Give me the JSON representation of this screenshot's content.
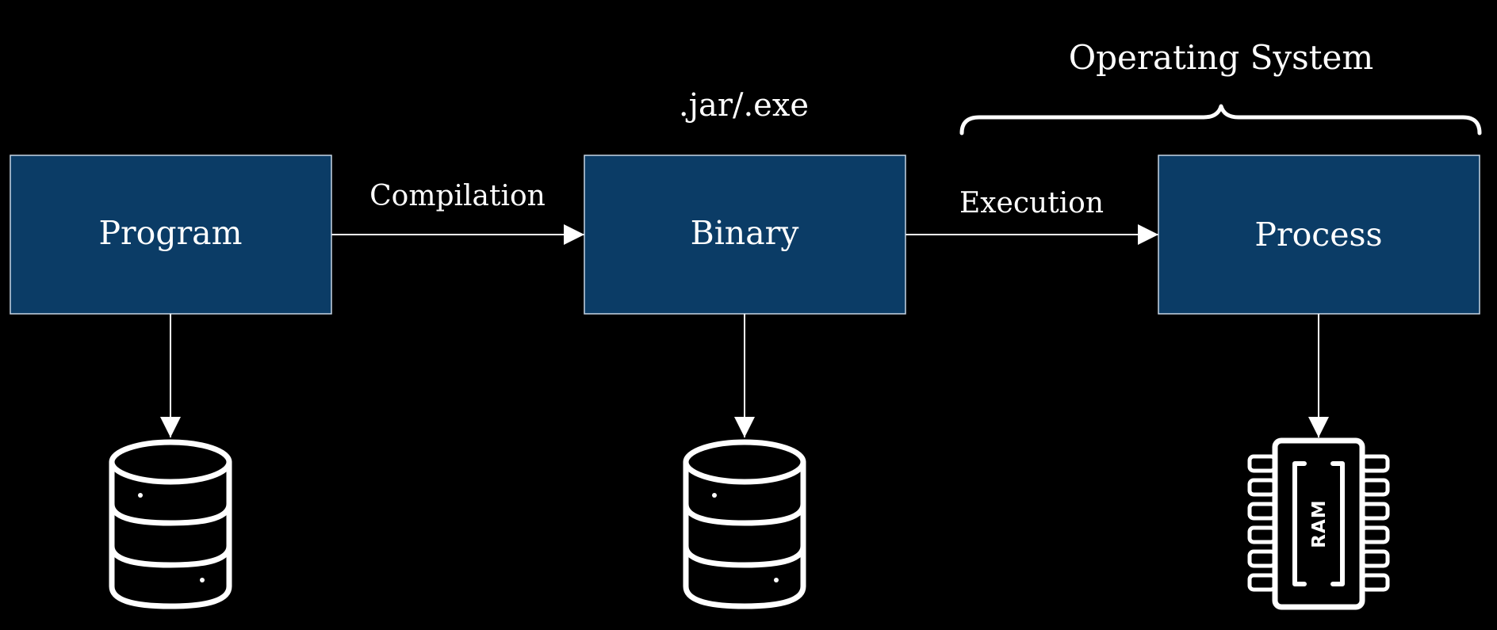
{
  "diagram": {
    "nodes": [
      {
        "id": "program",
        "label": "Program"
      },
      {
        "id": "binary",
        "label": "Binary"
      },
      {
        "id": "process",
        "label": "Process"
      }
    ],
    "edges": [
      {
        "from": "program",
        "to": "binary",
        "label": "Compilation"
      },
      {
        "from": "binary",
        "to": "process",
        "label": "Execution"
      }
    ],
    "annotations": {
      "binary_format": ".jar/.exe",
      "os_group": "Operating System"
    },
    "storage": [
      {
        "under": "program",
        "icon": "database-icon"
      },
      {
        "under": "binary",
        "icon": "database-icon"
      },
      {
        "under": "process",
        "icon": "ram-chip-icon",
        "label": "RAM"
      }
    ]
  },
  "colors": {
    "background": "#000000",
    "box_fill": "#0b3c66",
    "box_border": "#c8d6e5",
    "line": "#ffffff"
  }
}
